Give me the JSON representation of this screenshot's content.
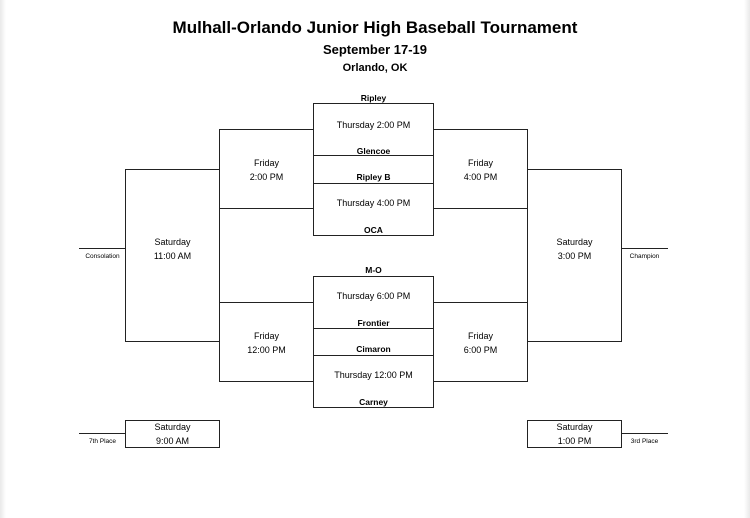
{
  "header": {
    "title": "Mulhall-Orlando Junior High Baseball Tournament",
    "dates": "September 17-19",
    "location": "Orlando, OK"
  },
  "teams": {
    "ripley": "Ripley",
    "glencoe": "Glencoe",
    "ripley_b": "Ripley B",
    "oca": "OCA",
    "mo": "M-O",
    "frontier": "Frontier",
    "cimaron": "Cimaron",
    "carney": "Carney"
  },
  "games": {
    "g1": "Thursday 2:00 PM",
    "g2": "Thursday 4:00 PM",
    "g3": "Thursday 6:00 PM",
    "g4": "Thursday 12:00 PM",
    "lsemi1": {
      "day": "Friday",
      "time": "2:00 PM"
    },
    "lsemi2": {
      "day": "Friday",
      "time": "12:00 PM"
    },
    "rsemi1": {
      "day": "Friday",
      "time": "4:00 PM"
    },
    "rsemi2": {
      "day": "Friday",
      "time": "6:00 PM"
    },
    "consolation_game": {
      "day": "Saturday",
      "time": "11:00 AM"
    },
    "championship_game": {
      "day": "Saturday",
      "time": "3:00 PM"
    },
    "seventh_game": {
      "day": "Saturday",
      "time": "9:00 AM"
    },
    "third_game": {
      "day": "Saturday",
      "time": "1:00 PM"
    }
  },
  "labels": {
    "consolation": "Consolation",
    "champion": "Champion",
    "seventh": "7th Place",
    "third": "3rd Place"
  }
}
